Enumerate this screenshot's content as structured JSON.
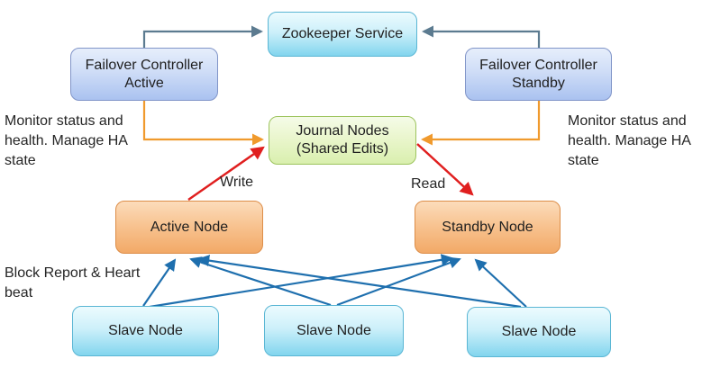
{
  "nodes": {
    "zookeeper": "Zookeeper Service",
    "failover_active": "Failover Controller Active",
    "failover_standby": "Failover Controller Standby",
    "journal": "Journal Nodes (Shared Edits)",
    "active_node": "Active Node",
    "standby_node": "Standby Node",
    "slave1": "Slave Node",
    "slave2": "Slave Node",
    "slave3": "Slave Node"
  },
  "annotations": {
    "monitor_left": "Monitor status and health. Manage HA state",
    "monitor_right": "Monitor status and health. Manage HA state",
    "block_report": "Block Report & Heart beat",
    "write_label": "Write",
    "read_label": "Read"
  },
  "colors": {
    "arrow_slate": "#5c7b90",
    "arrow_orange": "#f09a2d",
    "arrow_red": "#e01f1f",
    "arrow_blue": "#1e6fae",
    "cyan_top": "#ecfbfe",
    "cyan_bottom": "#82d5ee",
    "cyan_border": "#5ab6d4",
    "blue_top": "#e6eefb",
    "blue_bottom": "#aac2f0",
    "blue_border": "#8195c8",
    "green_top": "#f5fbe8",
    "green_bottom": "#d9efae",
    "green_border": "#9dc45e",
    "orange_top": "#fcdcbb",
    "orange_bottom": "#f2a967",
    "orange_border": "#dd8e49",
    "text": "#1f1f1f"
  }
}
